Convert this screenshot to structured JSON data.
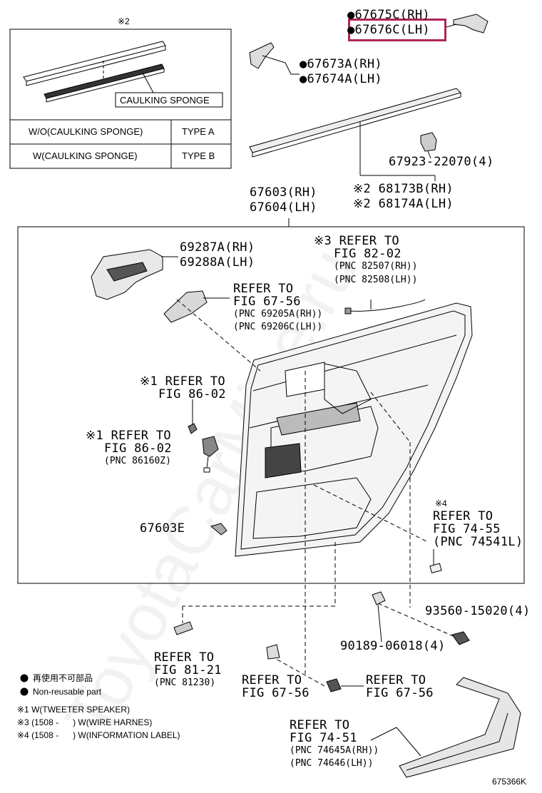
{
  "inset": {
    "mark": "※2",
    "caulking_label": "CAULKING SPONGE",
    "rows": [
      {
        "desc": "W/O(CAULKING SPONGE)",
        "type": "TYPE A"
      },
      {
        "desc": "W(CAULKING SPONGE)",
        "type": "TYPE B"
      }
    ]
  },
  "parts": {
    "p67675": "●67675C(RH)",
    "p67676": "●67676C(LH)",
    "p67673": "●67673A(RH)",
    "p67674": "●67674A(LH)",
    "p67923": "67923-22070(4)",
    "p68173": "※2 68173B(RH)",
    "p68174": "※2 68174A(LH)",
    "p67603": "67603(RH)",
    "p67604": "67604(LH)",
    "p69287": "69287A(RH)",
    "p69288": "69288A(LH)",
    "r82_1": "※3 REFER TO",
    "r82_2": "FIG 82-02",
    "r82_3": "(PNC 82507(RH))",
    "r82_4": "(PNC 82508(LH))",
    "r67_1": "REFER TO",
    "r67_2": "FIG 67-56",
    "r67_3": "(PNC 69205A(RH))",
    "r67_4": "(PNC 69206C(LH))",
    "r86a_1": "※1 REFER TO",
    "r86a_2": "FIG 86-02",
    "r86b_1": "※1 REFER TO",
    "r86b_2": "FIG 86-02",
    "r86b_3": "(PNC 86160Z)",
    "p67603e": "67603E",
    "r74_1": "※4",
    "r74_2": "REFER TO",
    "r74_3": "FIG 74-55",
    "r74_4": "(PNC 74541L)",
    "p93560": "93560-15020(4)",
    "p90189": "90189-06018(4)",
    "r81_1": "REFER TO",
    "r81_2": "FIG 81-21",
    "r81_3": "(PNC 81230)",
    "r67b_1": "REFER TO",
    "r67b_2": "FIG 67-56",
    "r67c_1": "REFER TO",
    "r67c_2": "FIG 67-56",
    "r7451_1": "REFER TO",
    "r7451_2": "FIG 74-51",
    "r7451_3": "(PNC 74645A(RH))",
    "r7451_4": "(PNC 74646(LH))"
  },
  "legend": {
    "jp": "再使用不可部品",
    "en": "Non-reusable part",
    "n1": "※1 W(TWEETER SPEAKER)",
    "n3": "※3 (1508 -      ) W(WIRE HARNES)",
    "n4": "※4 (1508 -      ) W(INFORMATION LABEL)"
  },
  "diagram_id": "675366K",
  "watermark": "ToyotaCarMine.ru",
  "highlight_color": "#b0245a"
}
